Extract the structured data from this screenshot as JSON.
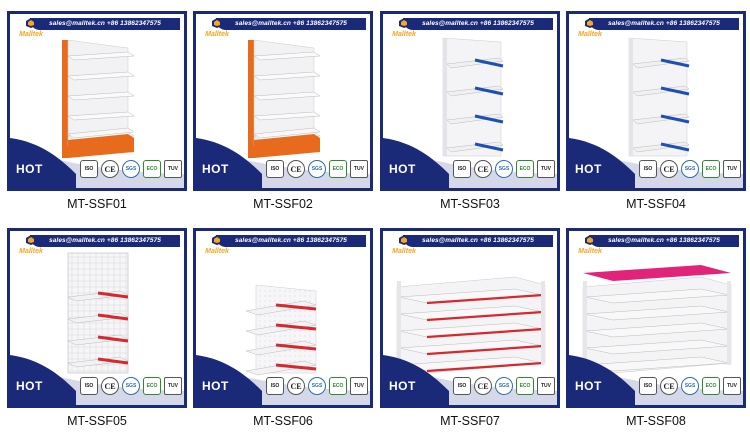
{
  "banner": {
    "text": "sales@malltek.cn  +86 13862347575"
  },
  "logo": {
    "text": "Malltek"
  },
  "hot_label": "HOT",
  "certs": [
    {
      "label": "ISO",
      "icon": "iso-icon"
    },
    {
      "label": "CE",
      "icon": "ce-icon"
    },
    {
      "label": "SGS",
      "icon": "sgs-icon"
    },
    {
      "label": "ECO",
      "icon": "eco-icon"
    },
    {
      "label": "TUV",
      "icon": "tuv-icon"
    }
  ],
  "colors": {
    "navy": "#1b2a78",
    "orange": "#e86a1d",
    "blue": "#1f4fb5",
    "red": "#d7282f",
    "pink": "#e2237a"
  },
  "products": [
    {
      "code": "MT-SSF01",
      "accent": "orange",
      "style": "gondola-side"
    },
    {
      "code": "MT-SSF02",
      "accent": "orange",
      "style": "gondola-side"
    },
    {
      "code": "MT-SSF03",
      "accent": "blue",
      "style": "wall"
    },
    {
      "code": "MT-SSF04",
      "accent": "blue",
      "style": "wall"
    },
    {
      "code": "MT-SSF05",
      "accent": "red",
      "style": "mesh"
    },
    {
      "code": "MT-SSF06",
      "accent": "red",
      "style": "perforated"
    },
    {
      "code": "MT-SSF07",
      "accent": "red",
      "style": "double"
    },
    {
      "code": "MT-SSF08",
      "accent": "pink",
      "style": "double-header"
    }
  ]
}
